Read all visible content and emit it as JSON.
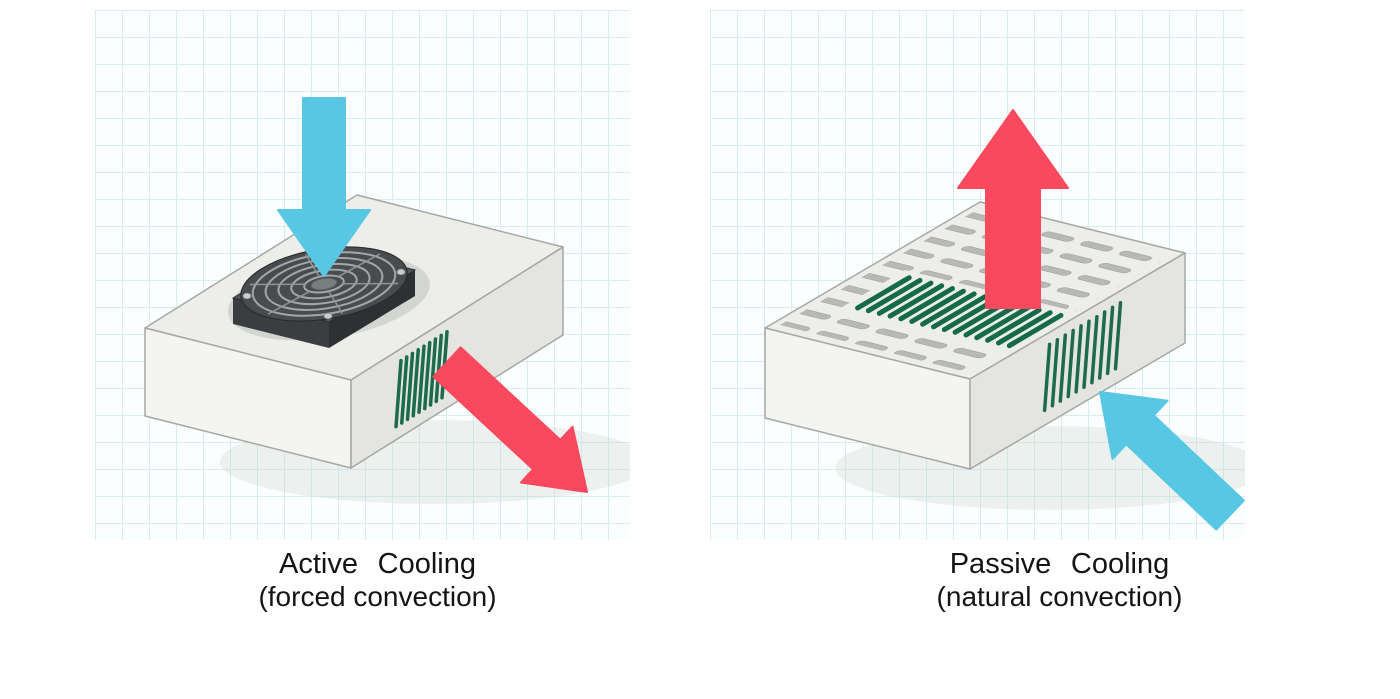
{
  "panels": [
    {
      "id": "active-cooling",
      "title": "Active Cooling",
      "subtitle": "(forced convection)",
      "icons": [
        "cool-air-down-arrow-icon",
        "fan-icon",
        "side-vents",
        "warm-air-out-arrow-icon"
      ]
    },
    {
      "id": "passive-cooling",
      "title": "Passive Cooling",
      "subtitle": "(natural convection)",
      "icons": [
        "warm-air-up-arrow-icon",
        "top-vent-slots",
        "green-vent-fins",
        "cool-air-in-arrow-icon",
        "side-vents"
      ]
    }
  ],
  "colors": {
    "cool_air_arrow": "#57c7e3",
    "warm_air_arrow": "#f8495e",
    "vent_green": "#1c6b4c",
    "enclosure_top": "#edeee9",
    "enclosure_front": "#f4f4f0",
    "enclosure_side": "#e4e5e0",
    "fan_dark": "#54585b",
    "slot_gray": "#b6b9b4",
    "grid_line": "#d9edef",
    "grid_bg": "#fbfefe"
  }
}
